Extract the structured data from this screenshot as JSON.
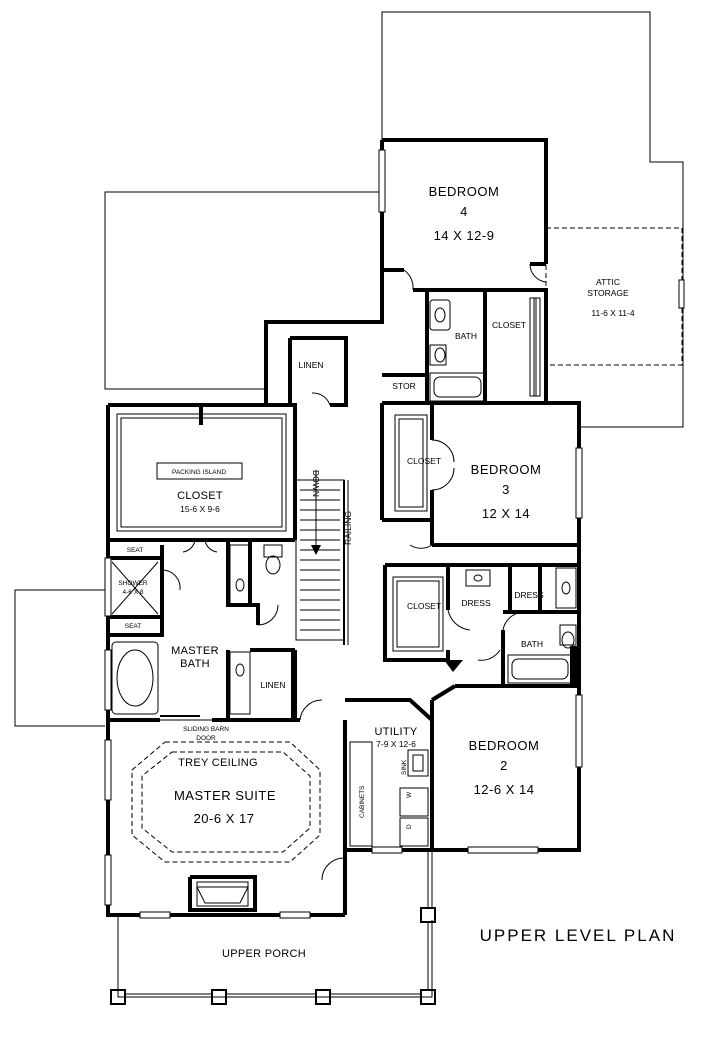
{
  "title": "UPPER LEVEL PLAN",
  "rooms": {
    "bedroom4": {
      "name": "BEDROOM",
      "number": "4",
      "size": "14 X 12-9"
    },
    "attic": {
      "name": "ATTIC",
      "sub": "STORAGE",
      "size": "11-6 X 11-4"
    },
    "bath_upper": "BATH",
    "closet_upper": "CLOSET",
    "linen_upper": "LINEN",
    "stor": "STOR",
    "master_closet": {
      "island": "PACKING ISLAND",
      "name": "CLOSET",
      "size": "15-6 X 9-6"
    },
    "stair": {
      "down": "DOWN",
      "railing": "RAILING"
    },
    "bedroom3": {
      "name": "BEDROOM",
      "number": "3",
      "size": "12 X 14",
      "closet": "CLOSET"
    },
    "dress_left": "DRESS",
    "dress_right": "DRESS",
    "closet_mid": "CLOSET",
    "bath_mid": "BATH",
    "seat_top": "SEAT",
    "seat_bottom": "SEAT",
    "shower": {
      "name": "SHOWER",
      "size": "4-6 X 8"
    },
    "master_bath": {
      "line1": "MASTER",
      "line2": "BATH"
    },
    "linen_bath": "LINEN",
    "barn_door": {
      "line1": "SLIDING BARN",
      "line2": "DOOR"
    },
    "master_suite": {
      "ceiling": "TREY CEILING",
      "name": "MASTER SUITE",
      "size": "20-6 X 17"
    },
    "utility": {
      "name": "UTILITY",
      "size": "7-9 X 12-6",
      "sink": "SINK",
      "cabinets": "CABINETS",
      "washer": "W",
      "dryer": "D"
    },
    "bedroom2": {
      "name": "BEDROOM",
      "number": "2",
      "size": "12-6 X 14"
    },
    "porch": "UPPER PORCH"
  }
}
